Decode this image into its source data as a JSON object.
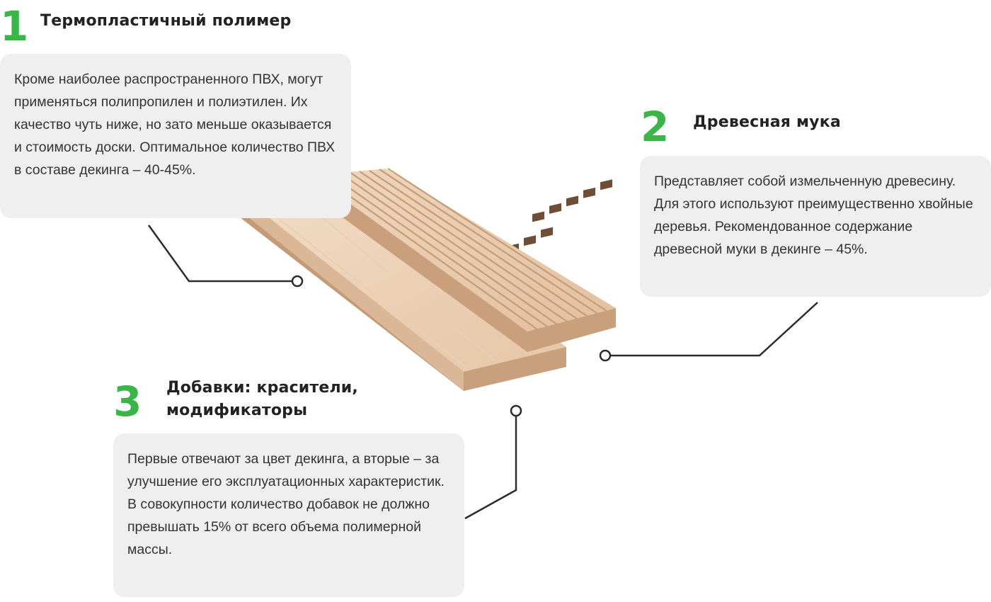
{
  "colors": {
    "accent": "#3bb54a",
    "card_bg": "#efefef",
    "line": "#2b2b2b",
    "board_light": "#e8c9ac",
    "board_dark": "#b98e6a"
  },
  "items": [
    {
      "number": "1",
      "title": "Термопластичный полимер",
      "text": "Кроме наиболее распространенного ПВХ, могут применяться полипропилен и полиэтилен. Их качество чуть ниже, но зато меньше оказывается и стоимость доски. Оптимальное количество ПВХ в составе декинга – 40-45%."
    },
    {
      "number": "2",
      "title": "Древесная мука",
      "text": "Представляет собой измельченную древесину. Для этого используют преимущественно хвойные деревья. Рекомендованное содержание древесной муки в декинге – 45%."
    },
    {
      "number": "3",
      "title_line1": "Добавки: красители,",
      "title_line2": "модификаторы",
      "text": "Первые отвечают за цвет декинга, а вторые – за улучшение его эксплуатационных характеристик. В совокупности количество добавок не должно превышать 15% от всего объема полимерной массы."
    }
  ],
  "image": {
    "icon": "wpc-decking-boards-image"
  }
}
